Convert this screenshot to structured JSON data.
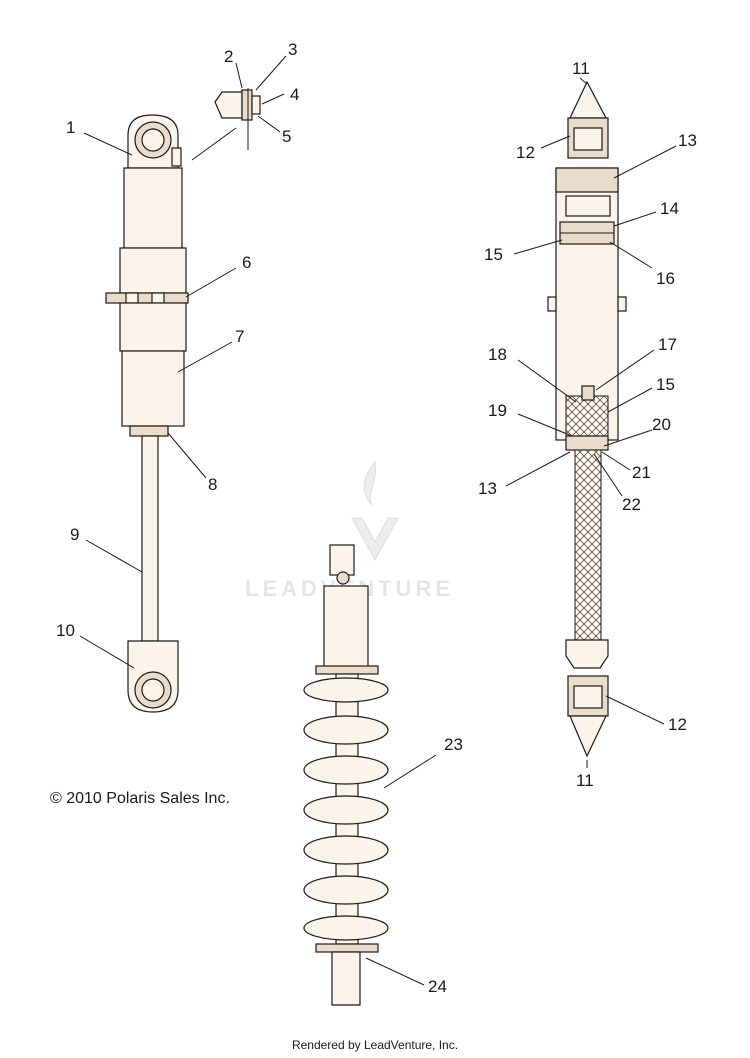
{
  "watermark": {
    "text": "LEADVENTURE",
    "logo_icon": "flame-chevron-logo"
  },
  "copyright": "© 2010 Polaris Sales Inc.",
  "footer": "Rendered by LeadVenture, Inc.",
  "callouts": {
    "c1": "1",
    "c2": "2",
    "c3": "3",
    "c4": "4",
    "c5": "5",
    "c6": "6",
    "c7": "7",
    "c8": "8",
    "c9": "9",
    "c10": "10",
    "c11a": "11",
    "c12a": "12",
    "c13a": "13",
    "c14": "14",
    "c15a": "15",
    "c16": "16",
    "c17": "17",
    "c18": "18",
    "c15b": "15",
    "c19": "19",
    "c20": "20",
    "c13b": "13",
    "c21": "21",
    "c22": "22",
    "c12b": "12",
    "c11b": "11",
    "c23": "23",
    "c24": "24"
  },
  "colors": {
    "line": "#1a1a1a",
    "part_fill": "#fbf4ea",
    "watermark": "#e4e4e4"
  }
}
